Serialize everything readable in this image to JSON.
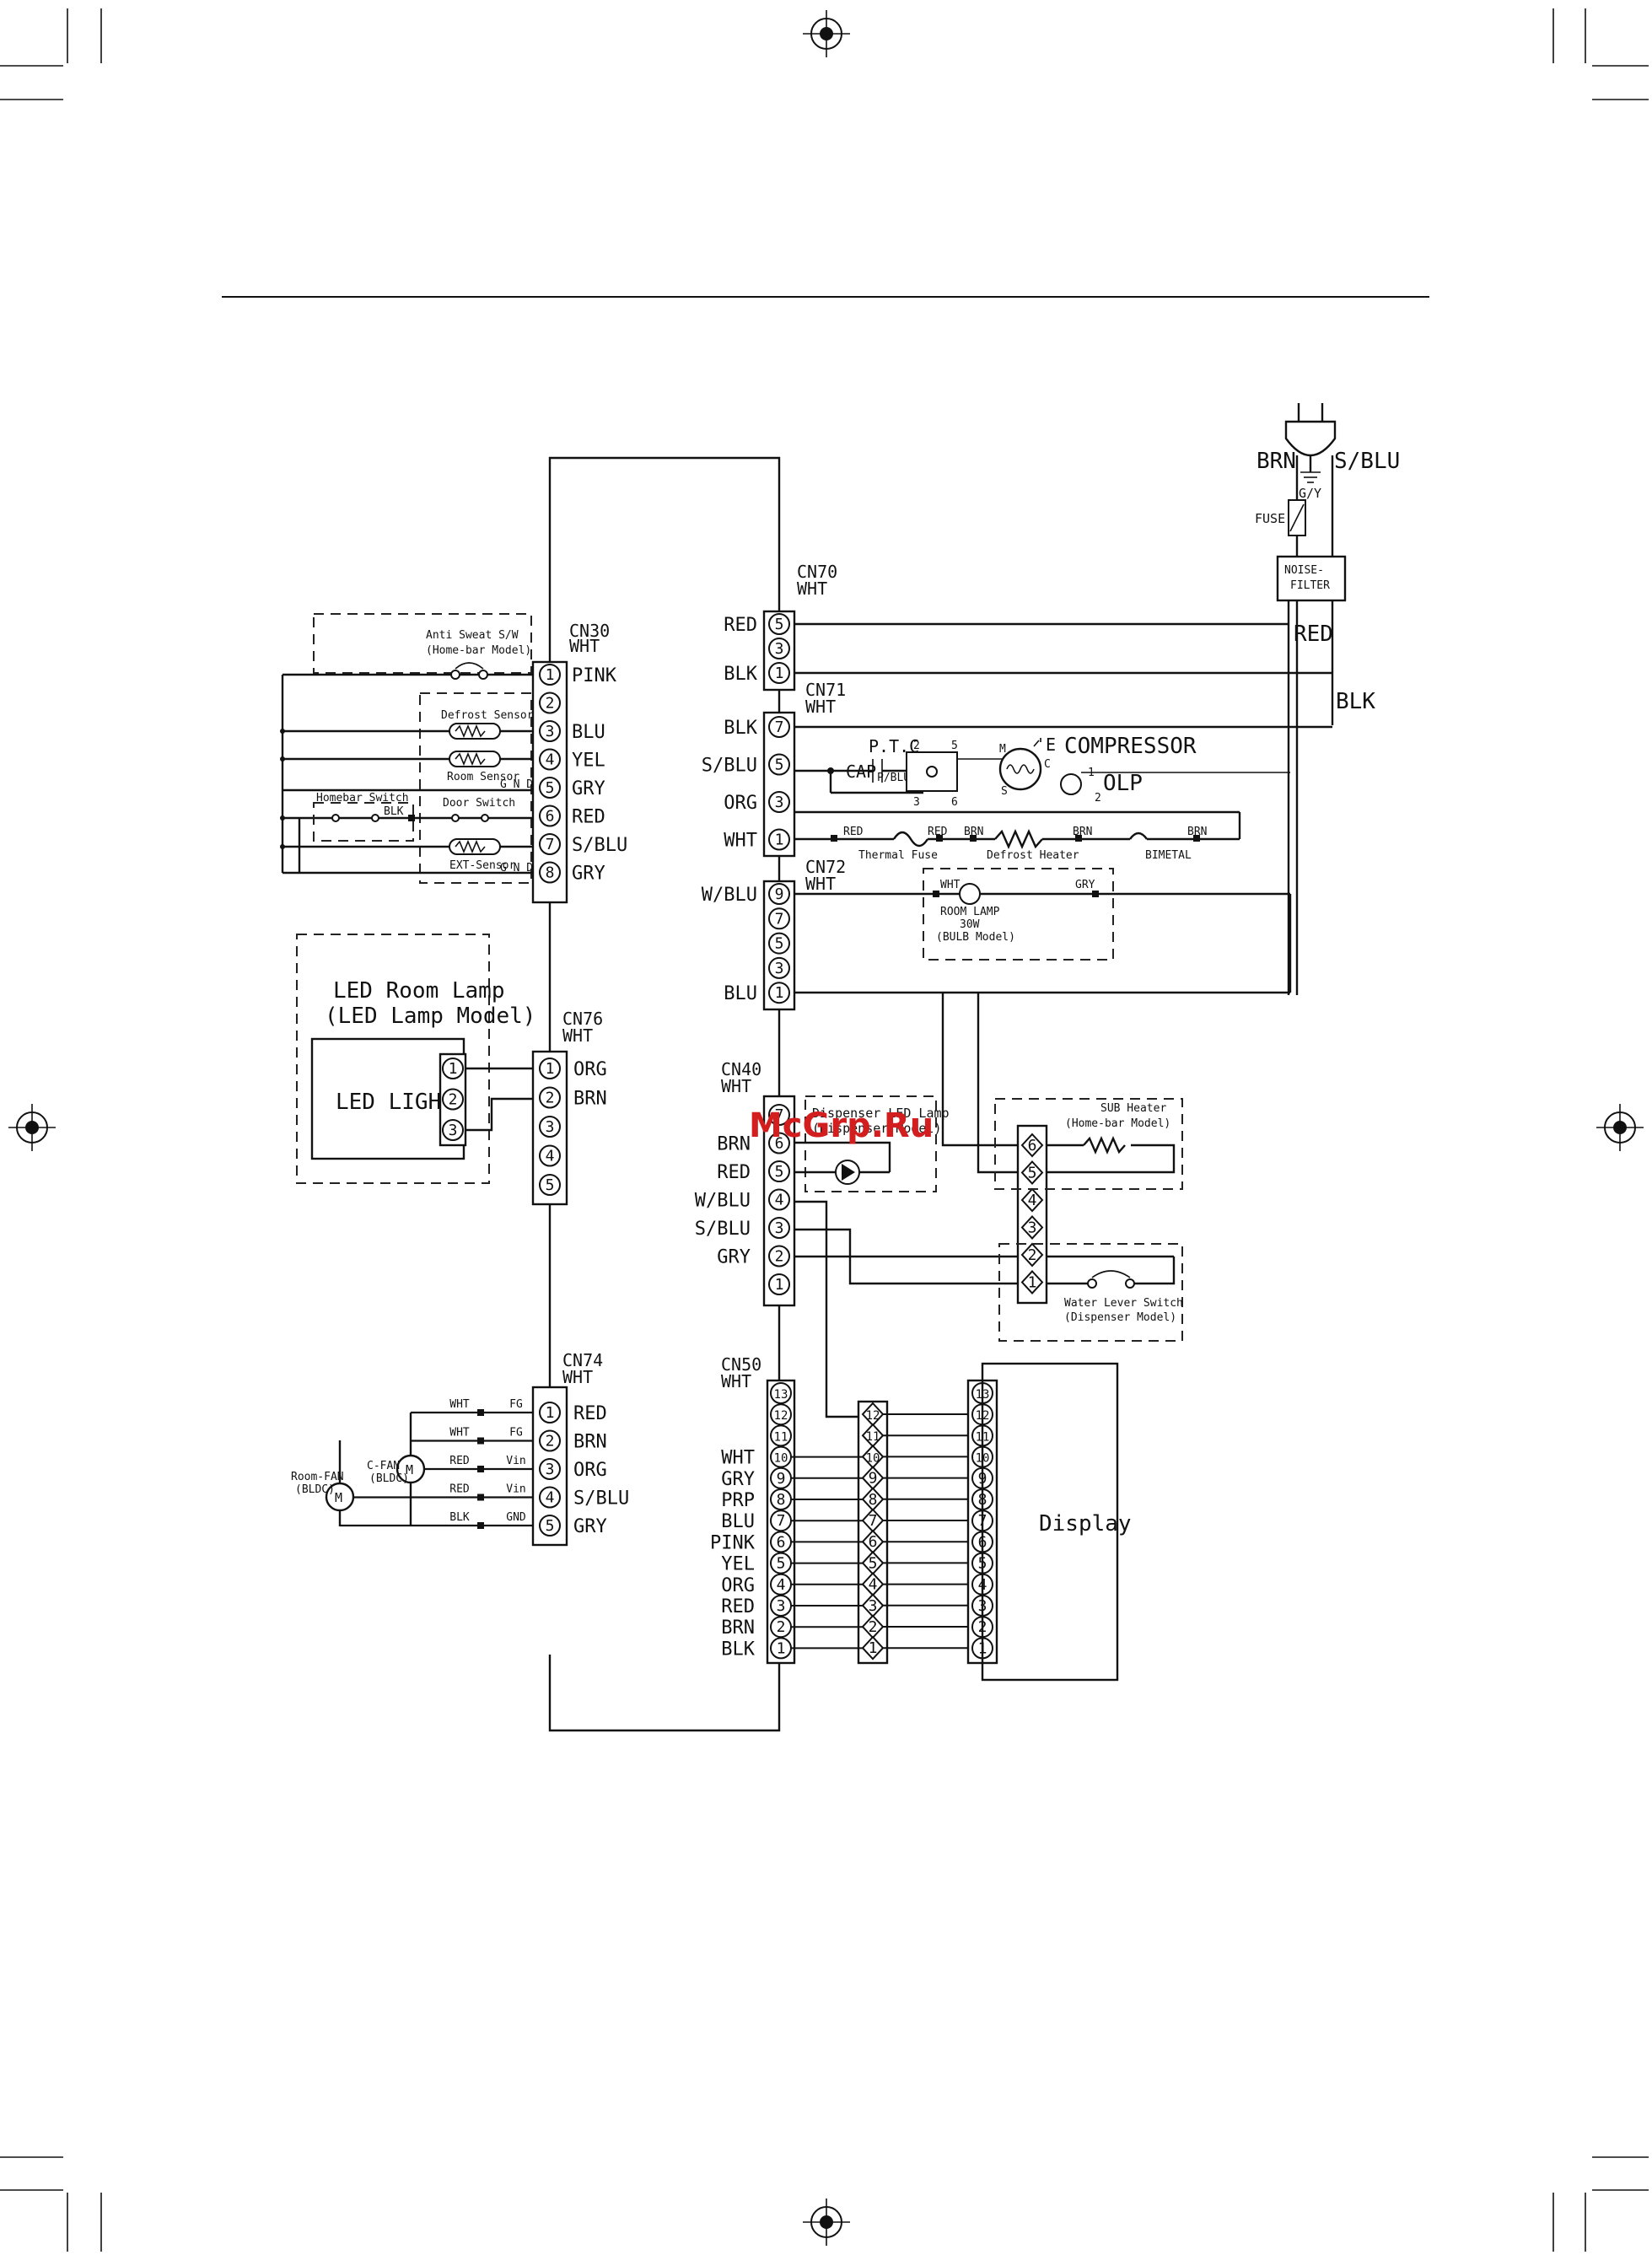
{
  "plug": {
    "l": "BRN",
    "n": "S/BLU",
    "ground": "G/Y",
    "fuse": "FUSE",
    "filter_1": "NOISE-",
    "filter_2": "FILTER",
    "red": "RED",
    "blk": "BLK"
  },
  "cn70": {
    "name": "CN70",
    "color": "WHT",
    "pins": [
      "5",
      "3",
      "1"
    ],
    "wires": [
      "RED",
      "",
      "BLK"
    ]
  },
  "cn71": {
    "name": "CN71",
    "color": "WHT",
    "pins": [
      "7",
      "5",
      "3",
      "1"
    ],
    "wires": [
      "BLK",
      "S/BLU",
      "ORG",
      "WHT"
    ]
  },
  "cn72": {
    "name": "CN72",
    "color": "WHT",
    "pins": [
      "9",
      "7",
      "5",
      "3",
      "1"
    ],
    "wires": [
      "W/BLU",
      "",
      "",
      "",
      "BLU"
    ]
  },
  "cn30": {
    "name": "CN30",
    "color": "WHT",
    "pins": [
      "1",
      "2",
      "3",
      "4",
      "5",
      "6",
      "7",
      "8"
    ],
    "wires": [
      "PINK",
      "",
      "BLU",
      "YEL",
      "GRY",
      "RED",
      "S/BLU",
      "GRY"
    ]
  },
  "cn76": {
    "name": "CN76",
    "color": "WHT",
    "pins": [
      "1",
      "2",
      "3",
      "4",
      "5"
    ],
    "wires": [
      "ORG",
      "BRN",
      "",
      "",
      ""
    ]
  },
  "cn40": {
    "name": "CN40",
    "color": "WHT",
    "pins": [
      "7",
      "6",
      "5",
      "4",
      "3",
      "2",
      "1"
    ],
    "wires": [
      "",
      "BRN",
      "RED",
      "W/BLU",
      "S/BLU",
      "GRY",
      ""
    ]
  },
  "cn74": {
    "name": "CN74",
    "color": "WHT",
    "pins": [
      "1",
      "2",
      "3",
      "4",
      "5"
    ],
    "wires": [
      "RED",
      "BRN",
      "ORG",
      "S/BLU",
      "GRY"
    ],
    "left_wires": [
      "WHT",
      "WHT",
      "RED",
      "RED",
      "BLK"
    ],
    "signals": [
      "FG",
      "FG",
      "Vin",
      "Vin",
      "GND"
    ]
  },
  "cn50": {
    "name": "CN50",
    "color": "WHT",
    "pins": [
      "13",
      "12",
      "11",
      "10",
      "9",
      "8",
      "7",
      "6",
      "5",
      "4",
      "3",
      "2",
      "1"
    ],
    "wires": [
      "",
      "",
      "",
      "WHT",
      "GRY",
      "PRP",
      "BLU",
      "PINK",
      "YEL",
      "ORG",
      "RED",
      "BRN",
      "BLK"
    ]
  },
  "display": {
    "label": "Display"
  },
  "components": {
    "anti_sweat_1": "Anti Sweat S/W",
    "anti_sweat_2": "(Home-bar Model)",
    "defrost_sensor": "Defrost Sensor",
    "room_sensor": "Room Sensor",
    "gnd_a": "G N D",
    "homebar_switch": "Homebar Switch",
    "homebar_blk": "BLK",
    "door_switch": "Door Switch",
    "ext_sensor": "EXT-Sensor",
    "gnd_b": "G N D",
    "ptc": "P.T.C",
    "ptc_pin2": "2",
    "ptc_pin5": "5",
    "ptc_pin3": "3",
    "ptc_pin6": "6",
    "cap": "CAP",
    "cap_wire": "P/BLU",
    "comp_m": "M",
    "comp_c": "C",
    "comp_s": "S",
    "comp_e": "E",
    "compressor": "COMPRESSOR",
    "olp": "OLP",
    "olp_pin1": "1",
    "olp_pin2": "2",
    "thermal_fuse": "Thermal Fuse",
    "defrost_heater": "Defrost Heater",
    "bimetal": "BIMETAL",
    "heater_red_1": "RED",
    "heater_red_2": "RED",
    "heater_brn_1": "BRN",
    "heater_brn_2": "BRN",
    "heater_brn_3": "BRN",
    "room_lamp_wht": "WHT",
    "room_lamp_gry": "GRY",
    "room_lamp_1": "ROOM LAMP",
    "room_lamp_2": "30W",
    "room_lamp_3": "(BULB Model)",
    "led_room_lamp_1": "LED Room Lamp",
    "led_room_lamp_2": "(LED Lamp Model)",
    "led_light": "LED LIGHT",
    "dispenser_led_1": "Dispenser LED Lamp",
    "dispenser_led_2": "(Dispenser Model)",
    "sub_heater_1": "SUB Heater",
    "sub_heater_2": "(Home-bar Model)",
    "water_lever_1": "Water Lever Switch",
    "water_lever_2": "(Dispenser Model)",
    "room_fan_1": "Room-FAN",
    "room_fan_2": "(BLDC)",
    "c_fan_1": "C-FAN",
    "c_fan_2": "(BLDC)",
    "motor": "M"
  },
  "led_pins": [
    "1",
    "2",
    "3"
  ],
  "sub_pins": [
    "6",
    "5",
    "4",
    "3",
    "2",
    "1"
  ],
  "mid_pins": [
    "12",
    "11",
    "10",
    "9",
    "8",
    "7",
    "6",
    "5",
    "4",
    "3",
    "2",
    "1"
  ],
  "display_pins": [
    "13",
    "12",
    "11",
    "10",
    "9",
    "8",
    "7",
    "6",
    "5",
    "4",
    "3",
    "2",
    "1"
  ],
  "watermark": "McGrp.Ru"
}
